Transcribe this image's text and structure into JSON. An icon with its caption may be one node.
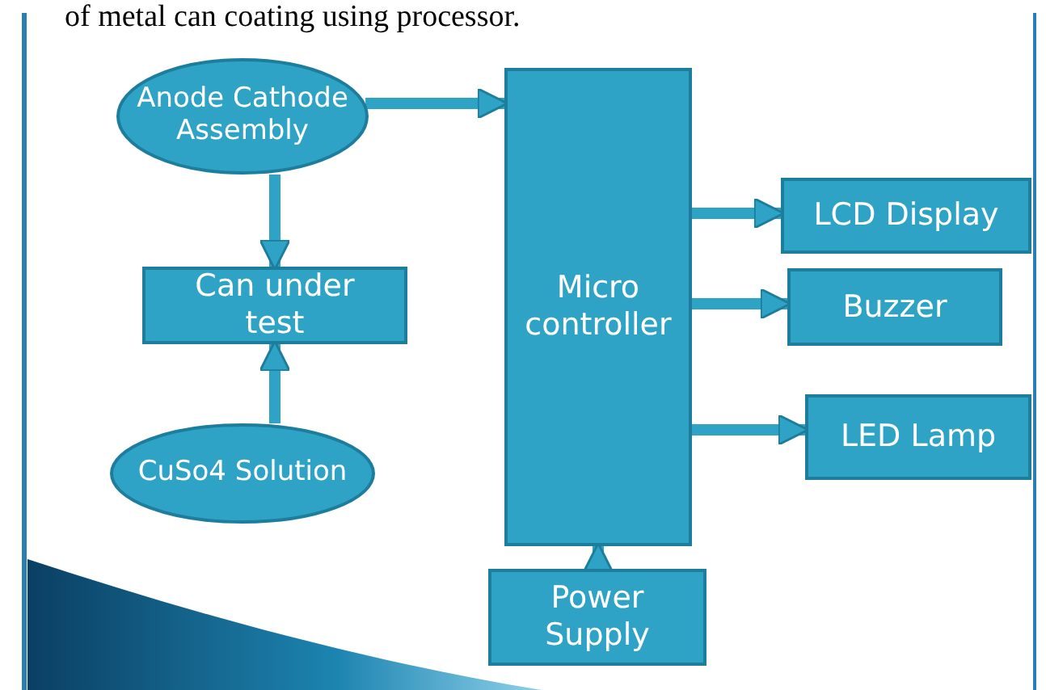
{
  "diagram": {
    "nodes": [
      {
        "text": [
          "Anode Cathode Assembly"
        ]
      },
      {
        "text": [
          "Can under test"
        ]
      },
      {
        "text": [
          "CuSo4 Solution"
        ]
      },
      {
        "text": [
          "Micro controller"
        ]
      },
      {
        "text": [
          "LCD Display"
        ]
      },
      {
        "text": [
          "Buzzer"
        ]
      },
      {
        "text": [
          "LED Lamp"
        ]
      },
      {
        "text": [
          "Power Supply"
        ]
      }
    ],
    "edges": [
      {
        "from": 0,
        "to": 3,
        "arrow": "to"
      },
      {
        "from": 0,
        "to": 1,
        "arrow": "to"
      },
      {
        "from": 2,
        "to": 1,
        "arrow": "to"
      },
      {
        "from": 3,
        "to": 4,
        "arrow": "to"
      },
      {
        "from": 3,
        "to": 5,
        "arrow": "to"
      },
      {
        "from": 3,
        "to": 6,
        "arrow": "to"
      },
      {
        "from": 7,
        "to": 3,
        "arrow": "to"
      }
    ],
    "labels": [
      "of metal can coating using processor."
    ]
  }
}
